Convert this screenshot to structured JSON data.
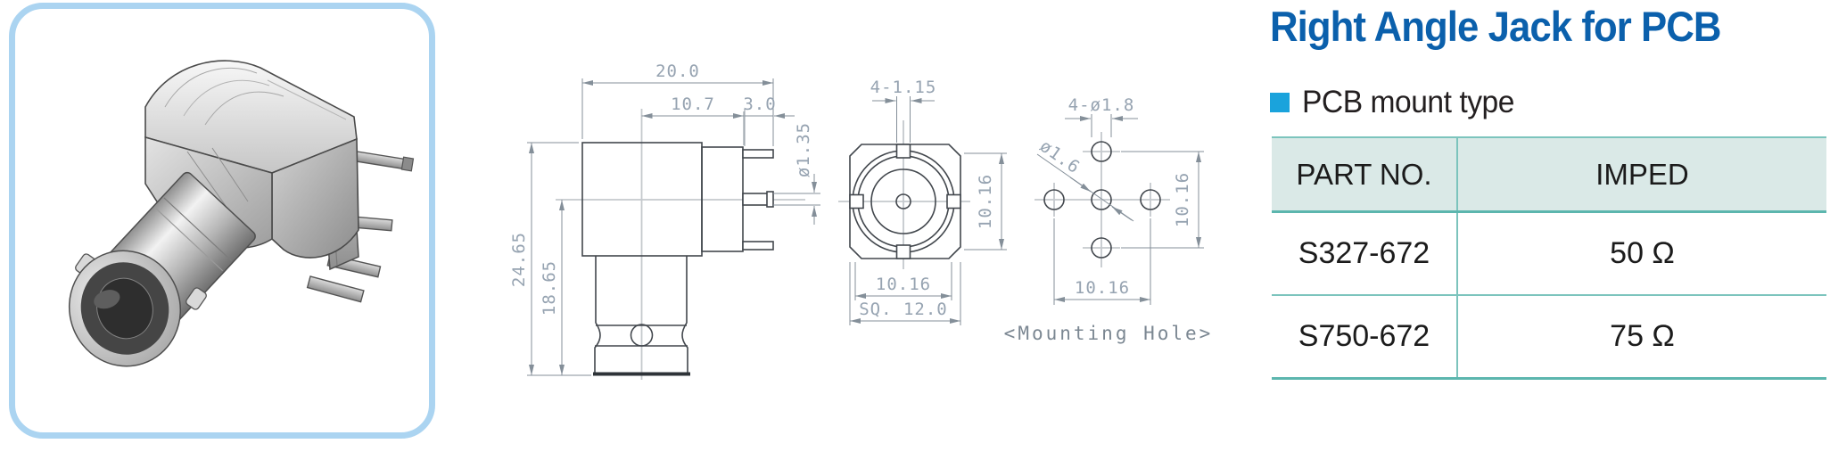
{
  "title": "Right Angle Jack for PCB",
  "subtitle": "PCB mount type",
  "drawings": {
    "side_view": {
      "width": "20.0",
      "pin_offset": "10.7",
      "pin_length": "3.0",
      "total_height": "24.65",
      "body_height": "18.65",
      "pin_dia": "ø1.35"
    },
    "front_view": {
      "slots": "4-1.15",
      "vertical_pitch": "10.16",
      "horizontal_pitch": "10.16",
      "square": "SQ. 12.0"
    },
    "mounting_hole": {
      "holes": "4-ø1.8",
      "center_hole": "ø1.6",
      "vertical_pitch": "10.16",
      "horizontal_pitch": "10.16",
      "caption": "<Mounting Hole>"
    }
  },
  "table": {
    "headers": [
      "PART NO.",
      "IMPED"
    ],
    "rows": [
      {
        "part_no": "S327-672",
        "imped": "50 Ω"
      },
      {
        "part_no": "S750-672",
        "imped": "75 Ω"
      }
    ]
  },
  "colors": {
    "title_blue": "#0b60ac",
    "bullet_blue": "#1aa3dc",
    "photo_border_blue": "#abd4f1",
    "table_border_teal": "#5cb6ae",
    "table_header_bg": "#dae9e7"
  }
}
